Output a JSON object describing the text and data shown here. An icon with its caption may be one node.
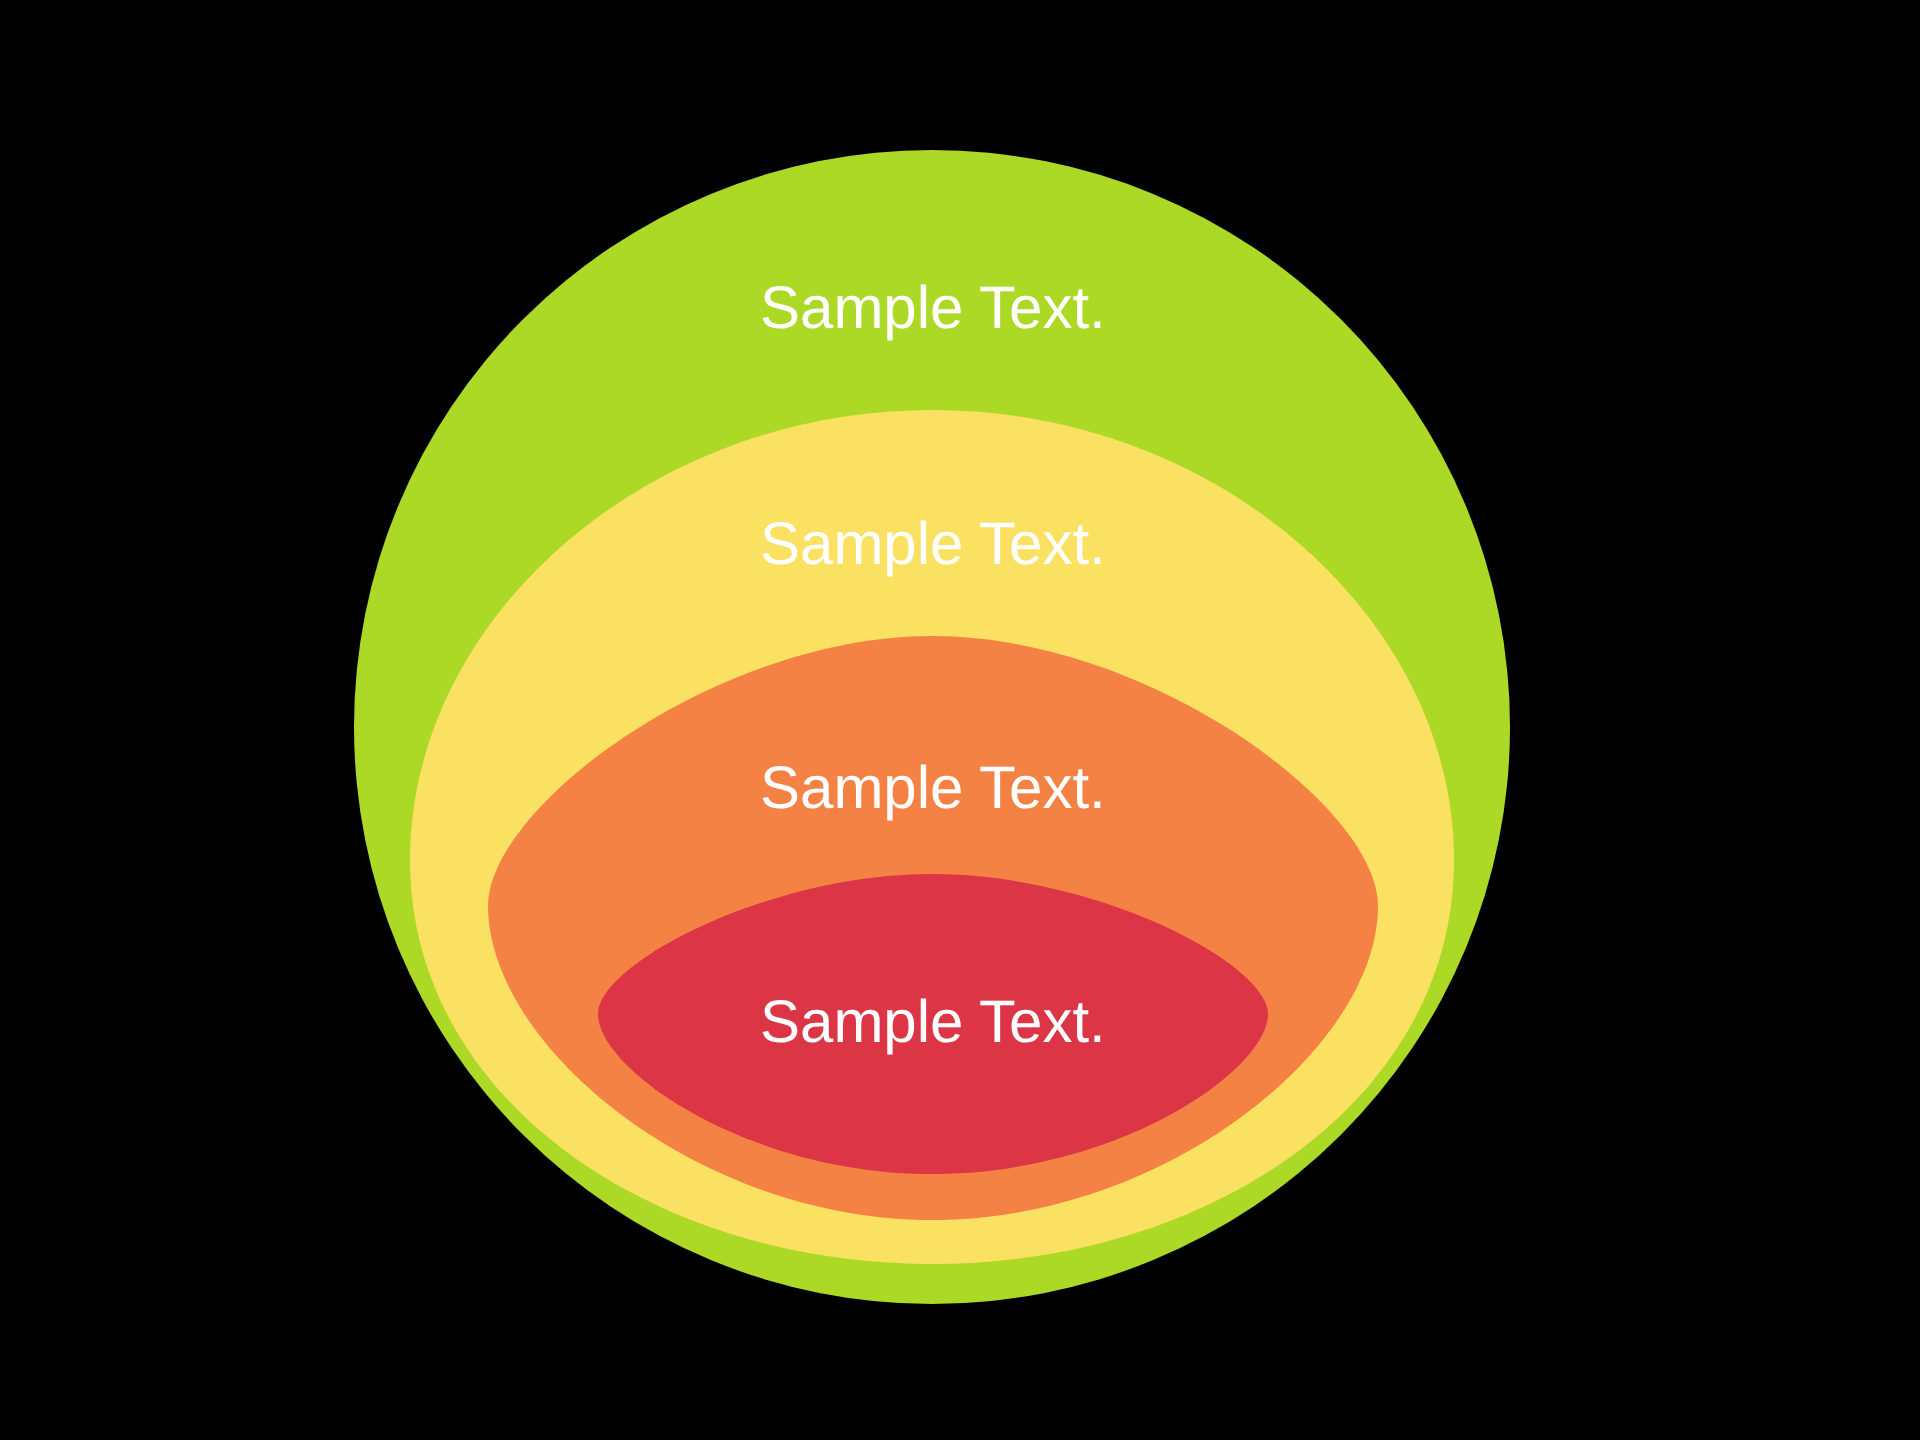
{
  "diagram": {
    "nodes": [
      {
        "text": [
          "Sample Text."
        ]
      },
      {
        "text": [
          "Sample Text."
        ],
        "in": 0
      },
      {
        "text": [
          "Sample Text."
        ],
        "in": 1
      },
      {
        "text": [
          "Sample Text."
        ],
        "in": 2
      }
    ]
  }
}
